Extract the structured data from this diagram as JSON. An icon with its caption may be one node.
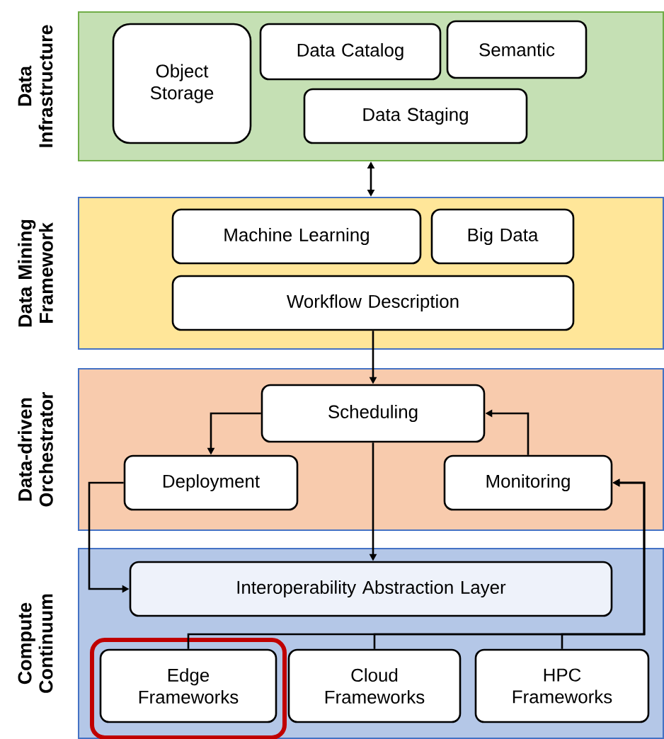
{
  "diagram": {
    "nodes": [
      {
        "text": [
          "Data Infrastructure"
        ]
      },
      {
        "text": [
          "Object Storage"
        ],
        "in": 0
      },
      {
        "text": [
          "Data Catalog"
        ],
        "in": 0
      },
      {
        "text": [
          "Semantic"
        ],
        "in": 0
      },
      {
        "text": [
          "Data Staging"
        ],
        "in": 0
      },
      {
        "text": [
          "Data Mining Framework"
        ]
      },
      {
        "text": [
          "Machine Learning"
        ],
        "in": 5
      },
      {
        "text": [
          "Big Data"
        ],
        "in": 5
      },
      {
        "text": [
          "Workflow Description"
        ],
        "in": 5
      },
      {
        "text": [
          "Data-driven Orchestrator"
        ]
      },
      {
        "text": [
          "Scheduling"
        ],
        "in": 9
      },
      {
        "text": [
          "Deployment"
        ],
        "in": 9
      },
      {
        "text": [
          "Monitoring"
        ],
        "in": 9
      },
      {
        "text": [
          "Compute Continuum"
        ]
      },
      {
        "text": [
          "Interoperability Abstraction Layer"
        ],
        "in": 13
      },
      {
        "text": [
          "Edge Frameworks"
        ],
        "in": 13
      },
      {
        "text": [
          "Cloud Frameworks"
        ],
        "in": 13
      },
      {
        "text": [
          "HPC Frameworks"
        ],
        "in": 13
      }
    ],
    "edges": [
      {
        "from": 0,
        "to": 5,
        "arrow": "both"
      },
      {
        "from": 8,
        "to": 10,
        "arrow": "to"
      },
      {
        "from": 10,
        "to": 11,
        "arrow": "to"
      },
      {
        "from": 12,
        "to": 10,
        "arrow": "to"
      },
      {
        "from": 10,
        "to": 14,
        "arrow": "to"
      },
      {
        "from": 11,
        "to": 14,
        "arrow": "to"
      },
      {
        "from": 15,
        "to": 12,
        "arrow": "to"
      },
      {
        "from": 16,
        "to": 12,
        "arrow": "to"
      },
      {
        "from": 17,
        "to": 12,
        "arrow": "to"
      }
    ]
  }
}
